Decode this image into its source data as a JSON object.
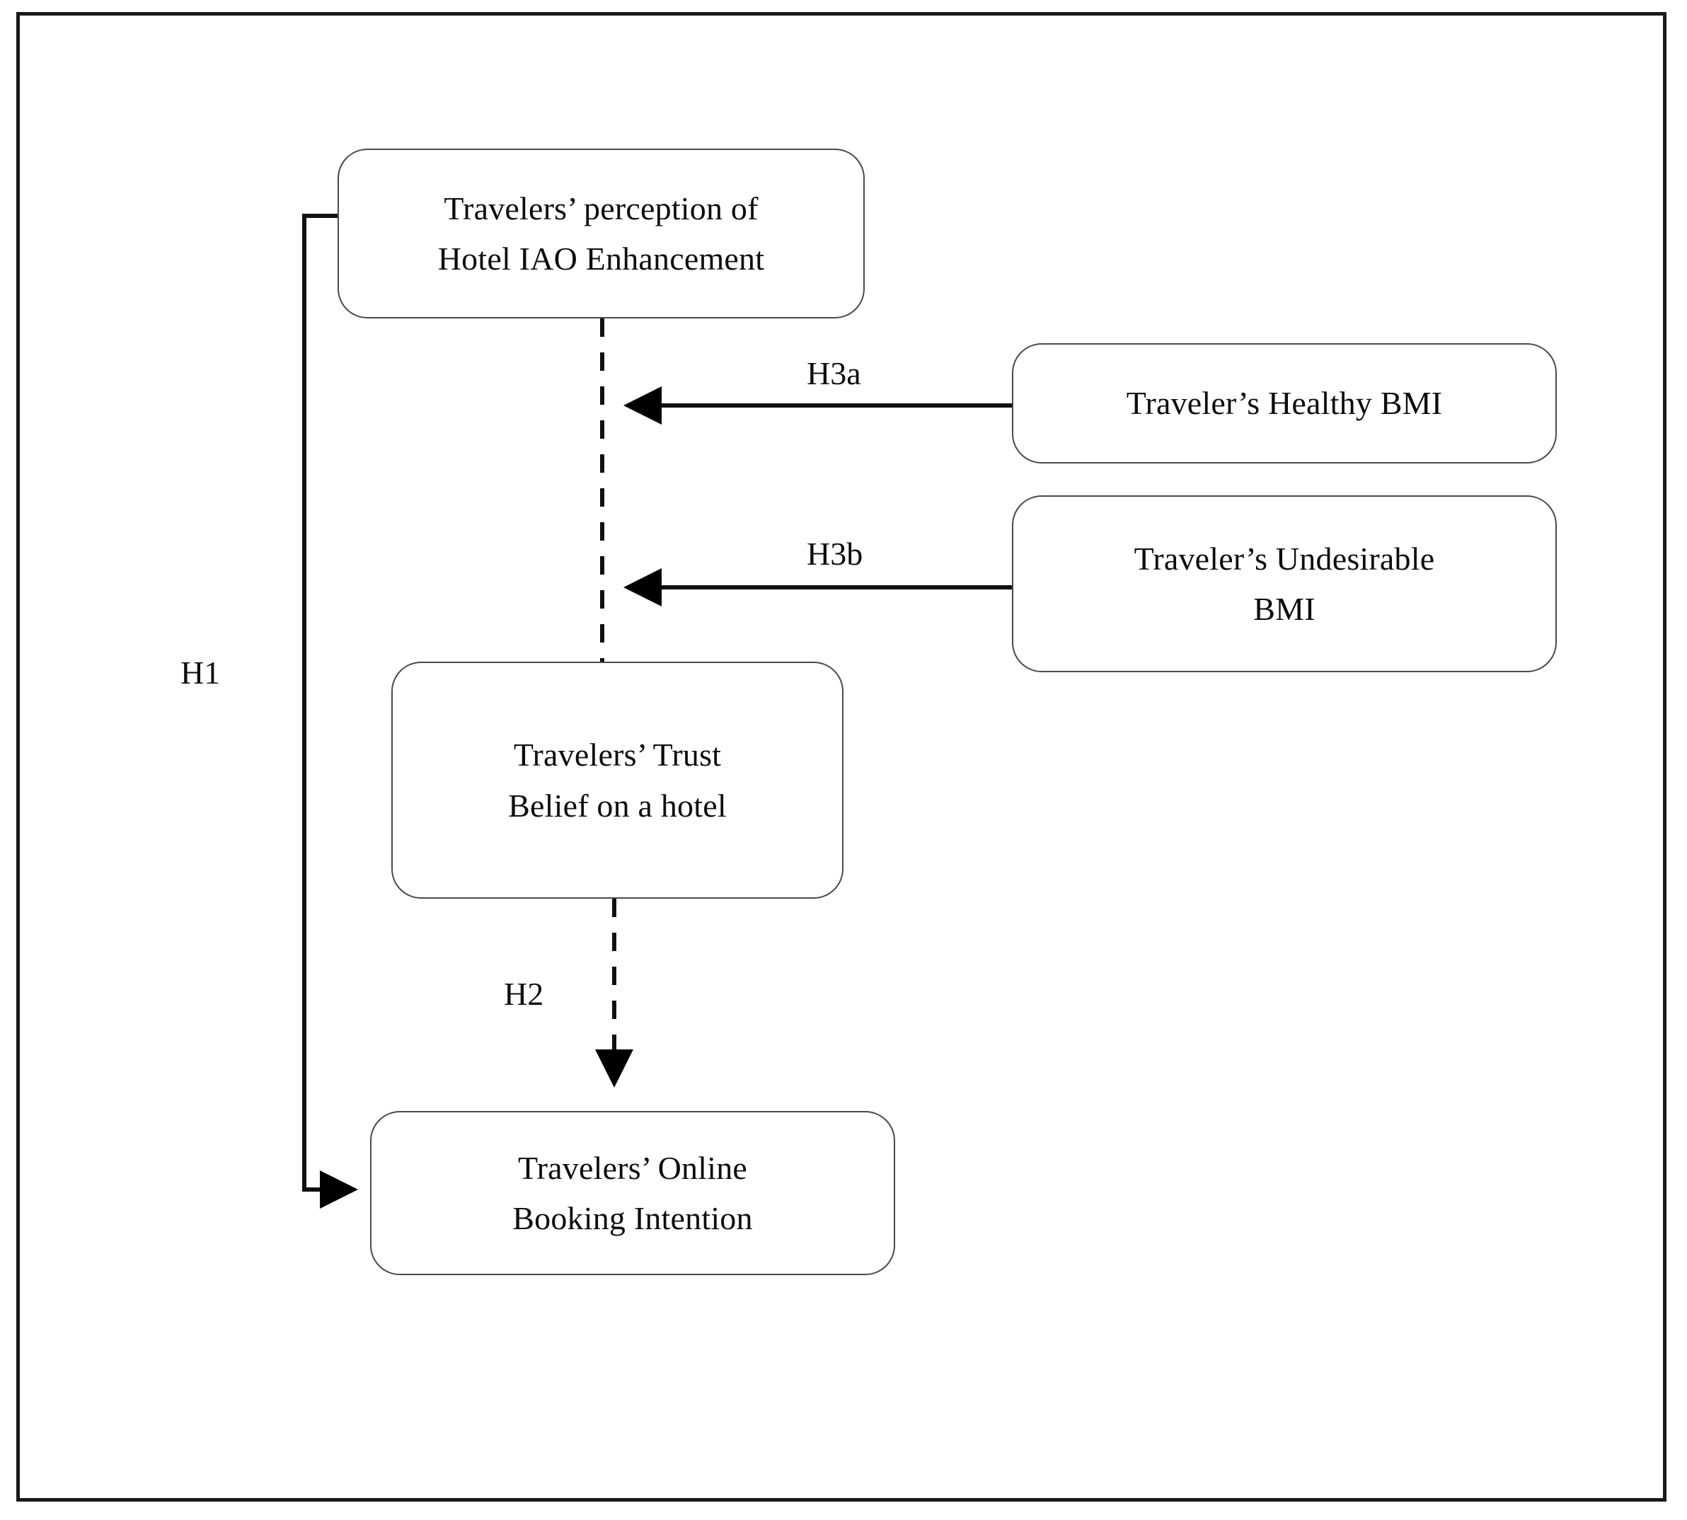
{
  "figure": {
    "type": "conceptual-research-model",
    "frame_color": "#1a1a1a",
    "node_border_color": "#4a4a4a",
    "text_color": "#0d0d0d",
    "background": "#ffffff"
  },
  "nodes": {
    "iao": {
      "id": "travelers-perception-hotel-iao-enhancement",
      "lines": [
        "Travelers’ perception of",
        "Hotel IAO Enhancement"
      ]
    },
    "healthy_bmi": {
      "id": "travelers-healthy-bmi",
      "lines": [
        "Traveler’s Healthy BMI"
      ]
    },
    "undesirable_bmi": {
      "id": "travelers-undesirable-bmi",
      "lines": [
        "Traveler’s Undesirable",
        "BMI"
      ]
    },
    "trust": {
      "id": "travelers-trust-belief-on-a-hotel",
      "lines": [
        "Travelers’ Trust",
        "Belief on a hotel"
      ]
    },
    "booking": {
      "id": "travelers-online-booking-intention",
      "lines": [
        "Travelers’ Online",
        "Booking Intention"
      ]
    }
  },
  "hypotheses": {
    "h1": {
      "label": "H1",
      "from": "travelers-perception-hotel-iao-enhancement",
      "to": "travelers-online-booking-intention",
      "style": "solid",
      "direction": "right"
    },
    "h2": {
      "label": "H2",
      "from": "travelers-trust-belief-on-a-hotel",
      "to": "travelers-online-booking-intention",
      "style": "dashed",
      "direction": "down"
    },
    "h3a": {
      "label": "H3a",
      "from": "travelers-healthy-bmi",
      "to": "iao-to-trust-path",
      "style": "solid",
      "direction": "left"
    },
    "h3b": {
      "label": "H3b",
      "from": "travelers-undesirable-bmi",
      "to": "iao-to-trust-path",
      "style": "solid",
      "direction": "left"
    }
  }
}
